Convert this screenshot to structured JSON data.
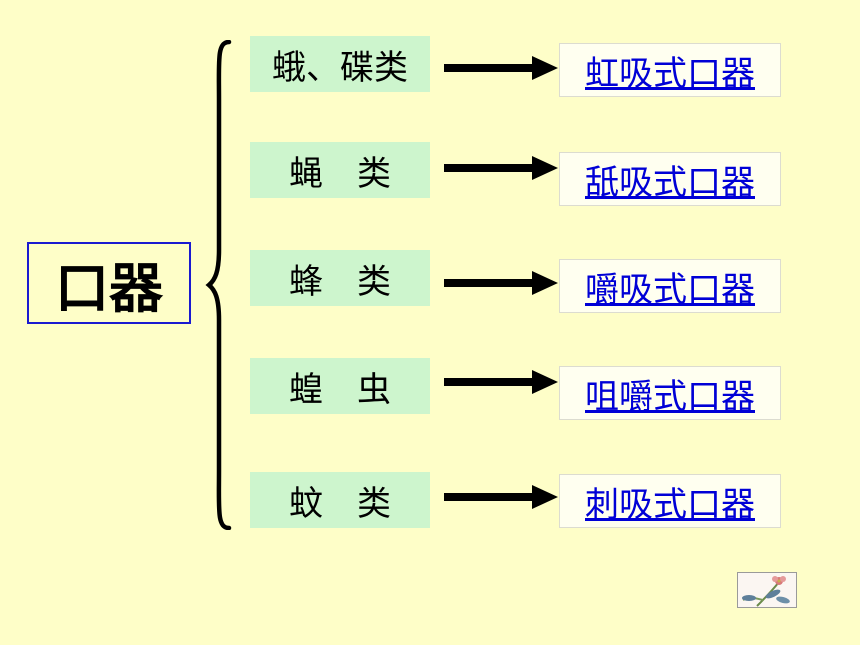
{
  "root": {
    "label": "口器"
  },
  "categories": [
    {
      "name": "蛾、碟类",
      "mouthpart": "虹吸式口器"
    },
    {
      "name": "蝇　类",
      "mouthpart": "舐吸式口器"
    },
    {
      "name": "蜂　类",
      "mouthpart": "嚼吸式口器"
    },
    {
      "name": "蝗　虫",
      "mouthpart": "咀嚼式口器"
    },
    {
      "name": "蚊　类",
      "mouthpart": "刺吸式口器"
    }
  ],
  "colors": {
    "background": "#fefec8",
    "category_fill": "#cdf5cd",
    "root_border": "#1a1ad0",
    "link": "#0000d6"
  },
  "icons": {
    "corner_image": "flower-icon"
  }
}
